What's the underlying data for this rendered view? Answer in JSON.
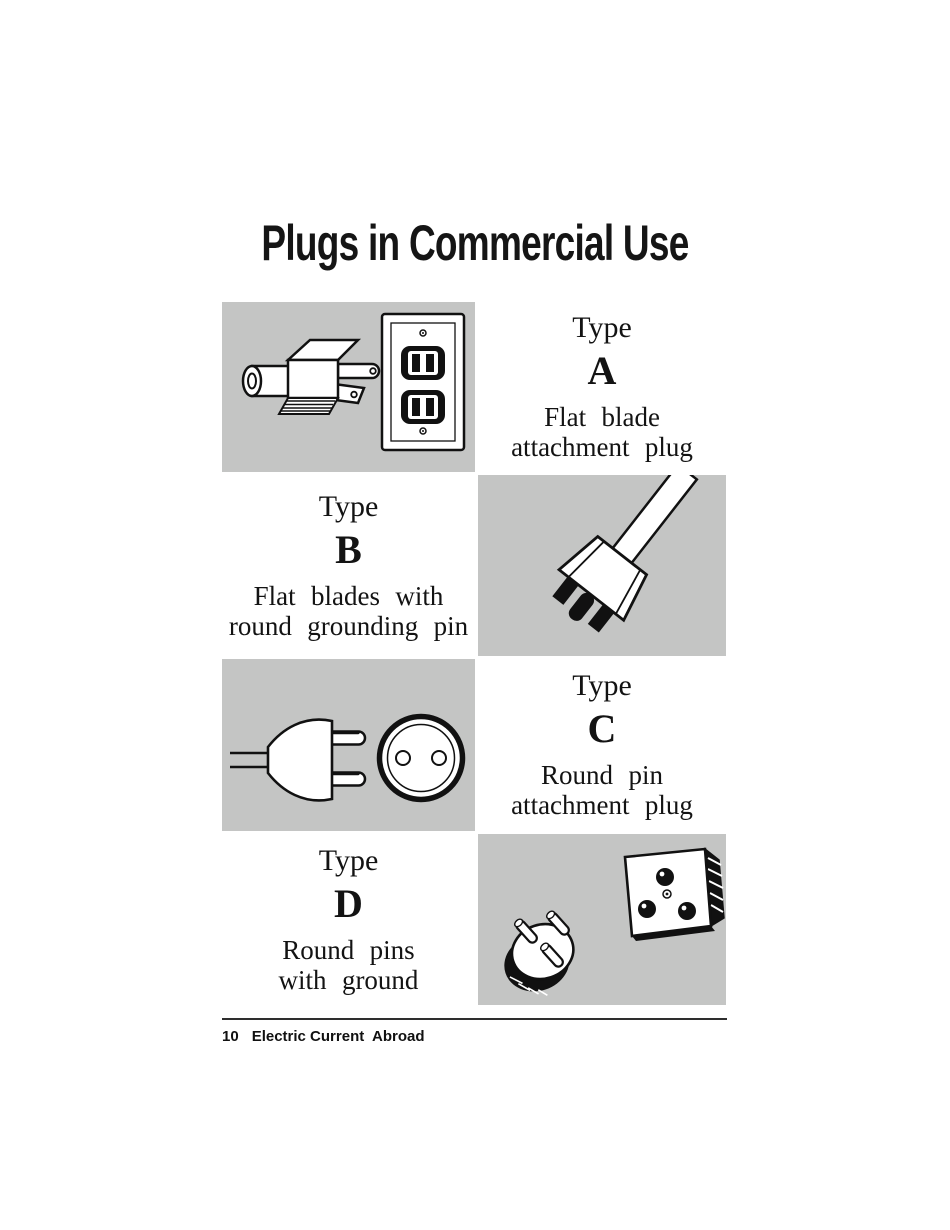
{
  "title": "Plugs in Commercial Use",
  "plugs": [
    {
      "type_label": "Type",
      "letter": "A",
      "desc1": "Flat blade",
      "desc2": "attachment plug",
      "illustration": "flat-blade-plug-and-wall-outlet",
      "layout": "image-left"
    },
    {
      "type_label": "Type",
      "letter": "B",
      "desc1": "Flat blades with",
      "desc2": "round grounding pin",
      "illustration": "three-prong-grounded-plug-with-cord",
      "layout": "image-right"
    },
    {
      "type_label": "Type",
      "letter": "C",
      "desc1": "Round pin",
      "desc2": "attachment plug",
      "illustration": "round-pin-plug-and-round-socket",
      "layout": "image-left"
    },
    {
      "type_label": "Type",
      "letter": "D",
      "desc1": "Round pins",
      "desc2": "with ground",
      "illustration": "round-three-pin-plug-and-square-socket",
      "layout": "image-right"
    }
  ],
  "footer": {
    "page_number": "10",
    "book_title": "Electric Current  Abroad"
  },
  "colors": {
    "cell_gray": "#c4c5c4",
    "page_background": "#ffffff",
    "ink": "#131313"
  }
}
